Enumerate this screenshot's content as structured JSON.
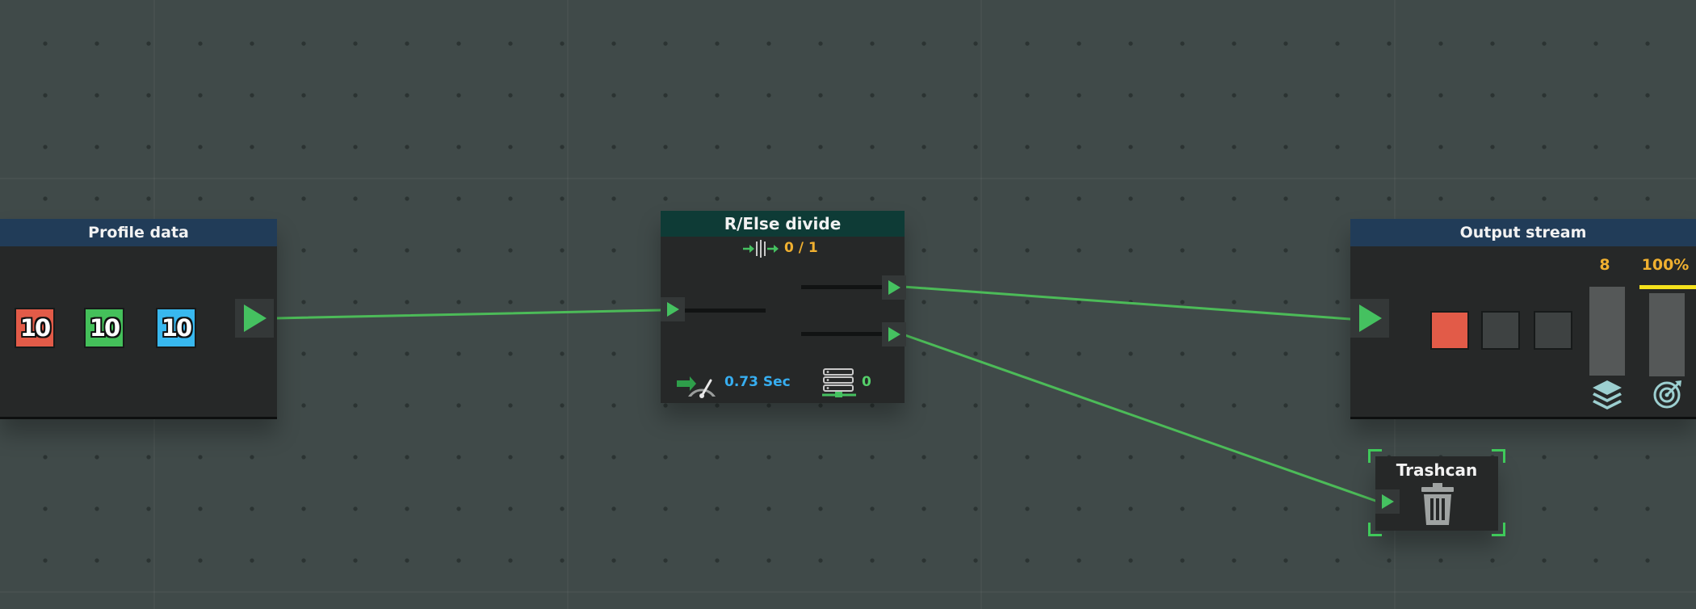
{
  "nodes": {
    "profile": {
      "title": "Profile data",
      "header_color": "#213c58",
      "chips": [
        {
          "value": "10",
          "color": "#e25b48"
        },
        {
          "value": "10",
          "color": "#44c05a"
        },
        {
          "value": "10",
          "color": "#38b8ef"
        }
      ]
    },
    "divide": {
      "title": "R/Else divide",
      "header_color": "#0e3b36",
      "counter": "0 / 1",
      "speed": "0.73 Sec",
      "queue": "0"
    },
    "output": {
      "title": "Output stream",
      "header_color": "#213c58",
      "slots": [
        "#e25b48",
        "#3e4242",
        "#3e4242"
      ],
      "count": "8",
      "percent": "100%",
      "count_fill": 0,
      "percent_fill": 1
    },
    "trash": {
      "title": "Trashcan"
    }
  },
  "colors": {
    "wire": "#4cbb58",
    "port_arrow": "#45c160",
    "accent_orange": "#f0b030",
    "accent_blue": "#37aef0",
    "accent_green": "#55d06a",
    "accent_yellow": "#f5e21c"
  },
  "icons": [
    "play-arrow-icon",
    "splitter-icon",
    "speedometer-icon",
    "queue-stack-icon",
    "layers-icon",
    "target-icon",
    "trash-icon"
  ]
}
